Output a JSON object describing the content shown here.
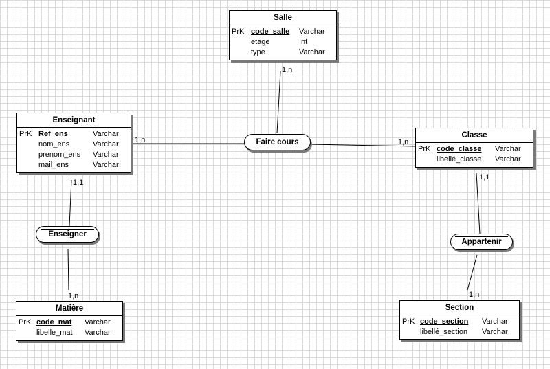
{
  "entities": {
    "salle": {
      "title": "Salle",
      "attributes": [
        {
          "key": "PrK",
          "name": "code_salle",
          "type": "Varchar",
          "pk": true
        },
        {
          "key": "",
          "name": "etage",
          "type": "Int",
          "pk": false
        },
        {
          "key": "",
          "name": "type",
          "type": "Varchar",
          "pk": false
        }
      ]
    },
    "enseignant": {
      "title": "Enseignant",
      "attributes": [
        {
          "key": "PrK",
          "name": "Ref_ens",
          "type": "Varchar",
          "pk": true
        },
        {
          "key": "",
          "name": "nom_ens",
          "type": "Varchar",
          "pk": false
        },
        {
          "key": "",
          "name": "prenom_ens",
          "type": "Varchar",
          "pk": false
        },
        {
          "key": "",
          "name": "mail_ens",
          "type": "Varchar",
          "pk": false
        }
      ]
    },
    "classe": {
      "title": "Classe",
      "attributes": [
        {
          "key": "PrK",
          "name": "code_classe",
          "type": "Varchar",
          "pk": true
        },
        {
          "key": "",
          "name": "libellé_classe",
          "type": "Varchar",
          "pk": false
        }
      ]
    },
    "matiere": {
      "title": "Matière",
      "attributes": [
        {
          "key": "PrK",
          "name": "code_mat",
          "type": "Varchar",
          "pk": true
        },
        {
          "key": "",
          "name": "libelle_mat",
          "type": "Varchar",
          "pk": false
        }
      ]
    },
    "section": {
      "title": "Section",
      "attributes": [
        {
          "key": "PrK",
          "name": "code_section",
          "type": "Varchar",
          "pk": true
        },
        {
          "key": "",
          "name": "libellé_section",
          "type": "Varchar",
          "pk": false
        }
      ]
    }
  },
  "relations": {
    "faire_cours": "Faire cours",
    "enseigner": "Enseigner",
    "appartenir": "Appartenir"
  },
  "cardinalities": {
    "salle_faire_cours": "1,n",
    "enseignant_faire_cours": "1,n",
    "classe_faire_cours": "1,n",
    "enseignant_enseigner": "1,1",
    "matiere_enseigner": "1,n",
    "classe_appartenir": "1,1",
    "section_appartenir": "1,n"
  }
}
